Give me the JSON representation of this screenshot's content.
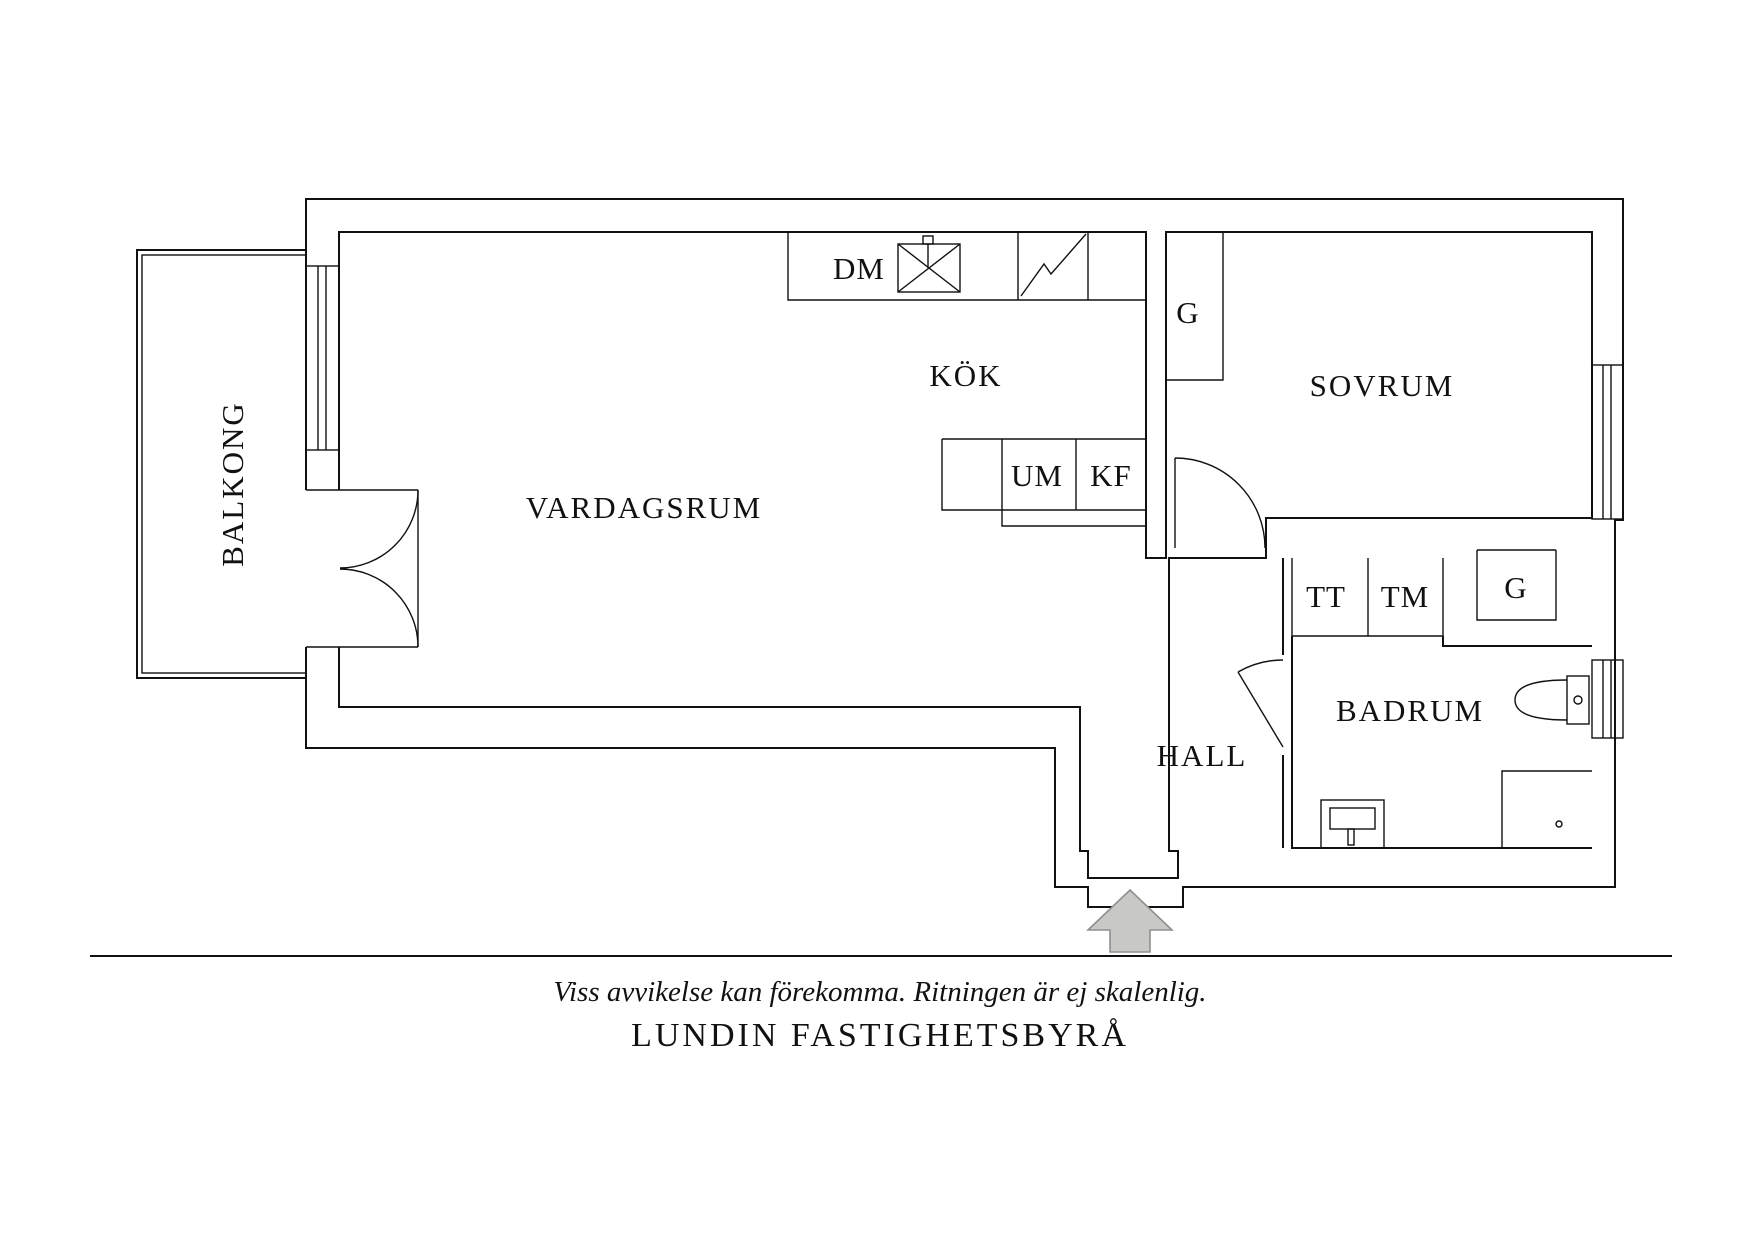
{
  "rooms": {
    "balkong": "BALKONG",
    "vardagsrum": "VARDAGSRUM",
    "kok": "KÖK",
    "sovrum": "SOVRUM",
    "hall": "HALL",
    "badrum": "BADRUM"
  },
  "fixtures": {
    "dm": "DM",
    "g_sovrum": "G",
    "um": "UM",
    "kf": "KF",
    "tt": "TT",
    "tm": "TM",
    "g_hall": "G"
  },
  "footer": {
    "disclaimer": "Viss avvikelse kan förekomma. Ritningen är ej skalenlig.",
    "brand": "LUNDIN FASTIGHETSBYRÅ"
  },
  "colors": {
    "line": "#111111",
    "entrance_arrow_fill": "#c8c8c6",
    "entrance_arrow_stroke": "#8f8f8d"
  },
  "icons": {
    "entrance": "entrance-arrow-icon",
    "stove": "stove-icon",
    "sink": "sink-icon",
    "toilet": "toilet-icon",
    "washbasin": "washbasin-icon",
    "fridge": "fridge-icon"
  }
}
